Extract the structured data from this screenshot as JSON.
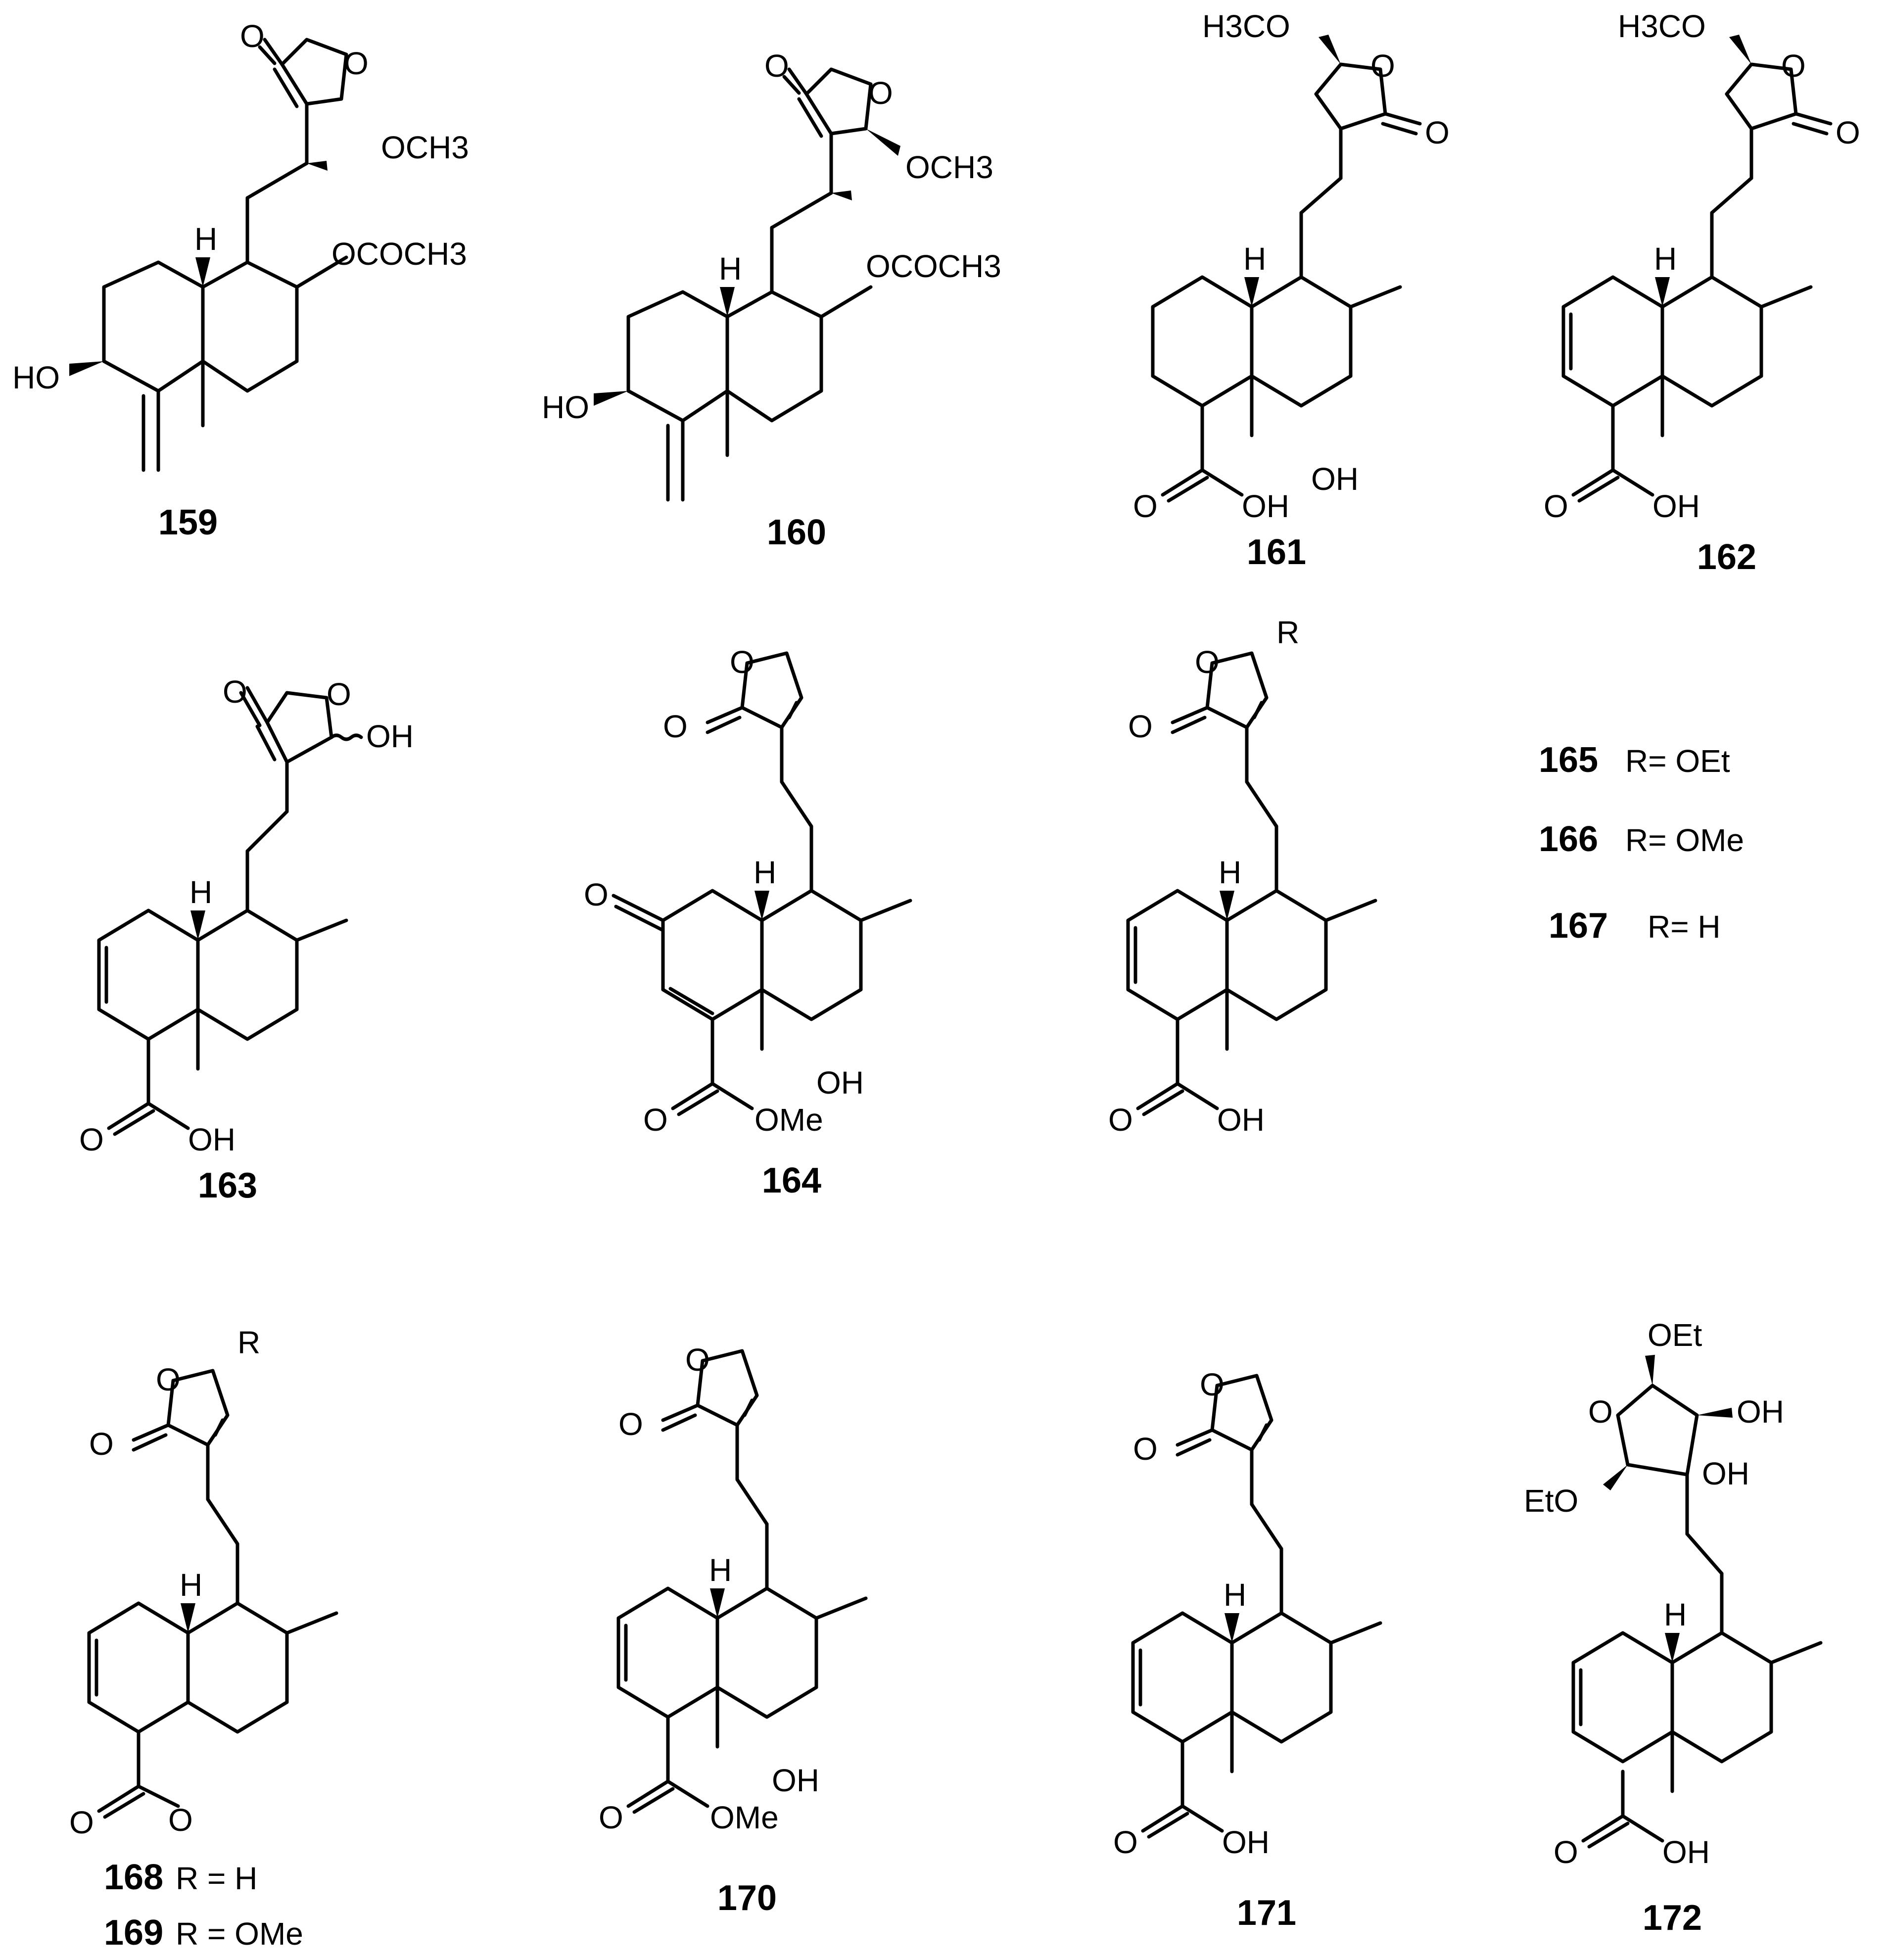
{
  "figure": {
    "compounds": [
      {
        "id": "159",
        "substituents": [
          "O",
          "O",
          "OCH3",
          "OCOCH3",
          "H",
          "HO"
        ]
      },
      {
        "id": "160",
        "substituents": [
          "O",
          "O",
          "OCH3",
          "OCOCH3",
          "H",
          "HO"
        ]
      },
      {
        "id": "161",
        "substituents": [
          "H3CO",
          "O",
          "O",
          "H",
          "O",
          "OH",
          "OH"
        ]
      },
      {
        "id": "162",
        "substituents": [
          "H3CO",
          "O",
          "O",
          "H",
          "O",
          "OH"
        ]
      },
      {
        "id": "163",
        "substituents": [
          "O",
          "O",
          "OH",
          "H",
          "O",
          "OH"
        ]
      },
      {
        "id": "164",
        "substituents": [
          "O",
          "O",
          "H",
          "O",
          "OH",
          "O",
          "OMe"
        ]
      },
      {
        "id": "165-167",
        "substituents": [
          "R",
          "O",
          "O",
          "H",
          "O",
          "OH"
        ]
      },
      {
        "id": "168-169",
        "substituents": [
          "R",
          "O",
          "O",
          "H",
          "O",
          "O"
        ]
      },
      {
        "id": "170",
        "substituents": [
          "O",
          "O",
          "H",
          "OH",
          "O",
          "OMe"
        ]
      },
      {
        "id": "171",
        "substituents": [
          "O",
          "O",
          "H",
          "O",
          "OH"
        ]
      },
      {
        "id": "172",
        "substituents": [
          "OEt",
          "O",
          "OH",
          "OH",
          "EtO",
          "H",
          "O",
          "OH"
        ]
      }
    ],
    "labels": {
      "c159": "159",
      "c160": "160",
      "c161": "161",
      "c162": "162",
      "c163": "163",
      "c164": "164",
      "c170": "170",
      "c171": "171",
      "c172": "172"
    },
    "r_definitions": [
      {
        "num": "165",
        "text": "R= OEt"
      },
      {
        "num": "166",
        "text": "R= OMe"
      },
      {
        "num": "167",
        "text": "R= H"
      },
      {
        "num": "168",
        "text": "R = H"
      },
      {
        "num": "169",
        "text": "R = OMe"
      }
    ]
  }
}
